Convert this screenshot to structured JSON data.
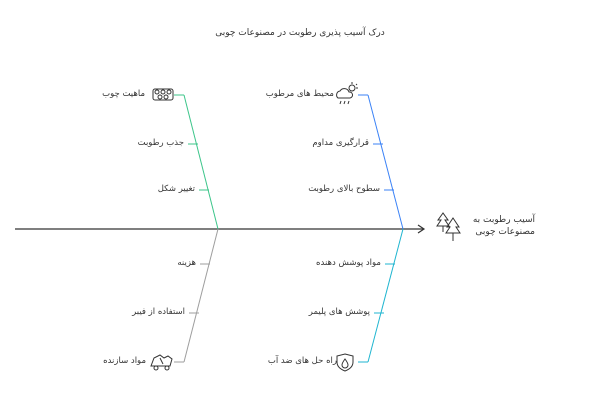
{
  "title": "درک آسیب پذیری رطوبت در مصنوعات چوبی",
  "effect": {
    "label": "آسیب رطوبت به مصنوعات چوبی",
    "icon": "trees-icon"
  },
  "colors": {
    "spine": "#333333",
    "bone_top_left": "#3cc58a",
    "bone_top_right": "#3b82f6",
    "bone_bottom_left": "#9e9e9e",
    "bone_bottom_right": "#1fb5d0"
  },
  "branches": {
    "top_left": {
      "header": "ماهیت چوب",
      "icon": "logs-icon",
      "causes": [
        "جذب رطوبت",
        "تغییر شکل"
      ]
    },
    "top_right": {
      "header": "محیط های مرطوب",
      "icon": "cloud-rain-sun-icon",
      "causes": [
        "قرارگیری مداوم",
        "سطوح بالای رطوبت"
      ]
    },
    "bottom_left": {
      "header": "مواد سازنده",
      "icon": "truck-icon",
      "causes": [
        "هزینه",
        "استفاده از فیبر"
      ]
    },
    "bottom_right": {
      "header": "راه حل های ضد آب",
      "icon": "water-drop-shield-icon",
      "causes": [
        "مواد پوشش دهنده",
        "پوشش های پلیمر"
      ]
    }
  }
}
